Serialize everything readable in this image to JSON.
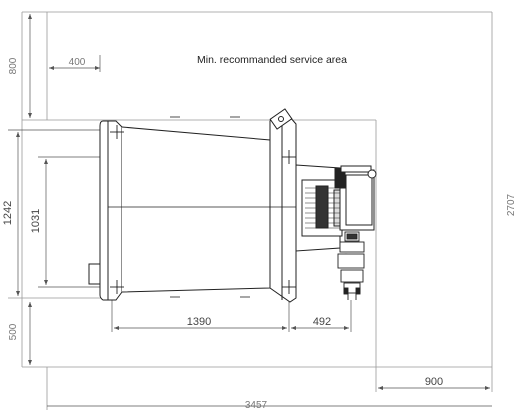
{
  "service_area": {
    "label": "Min. recommanded service area",
    "dim_top": "800",
    "dim_offset": "400",
    "dim_bottom": "500",
    "dim_right": "900",
    "dim_total_width": "3457",
    "dim_total_height": "2707"
  },
  "unit": {
    "dim_height_outer": "1242",
    "dim_height_inner": "1031",
    "dim_body_length": "1390",
    "dim_burner_length": "492"
  }
}
